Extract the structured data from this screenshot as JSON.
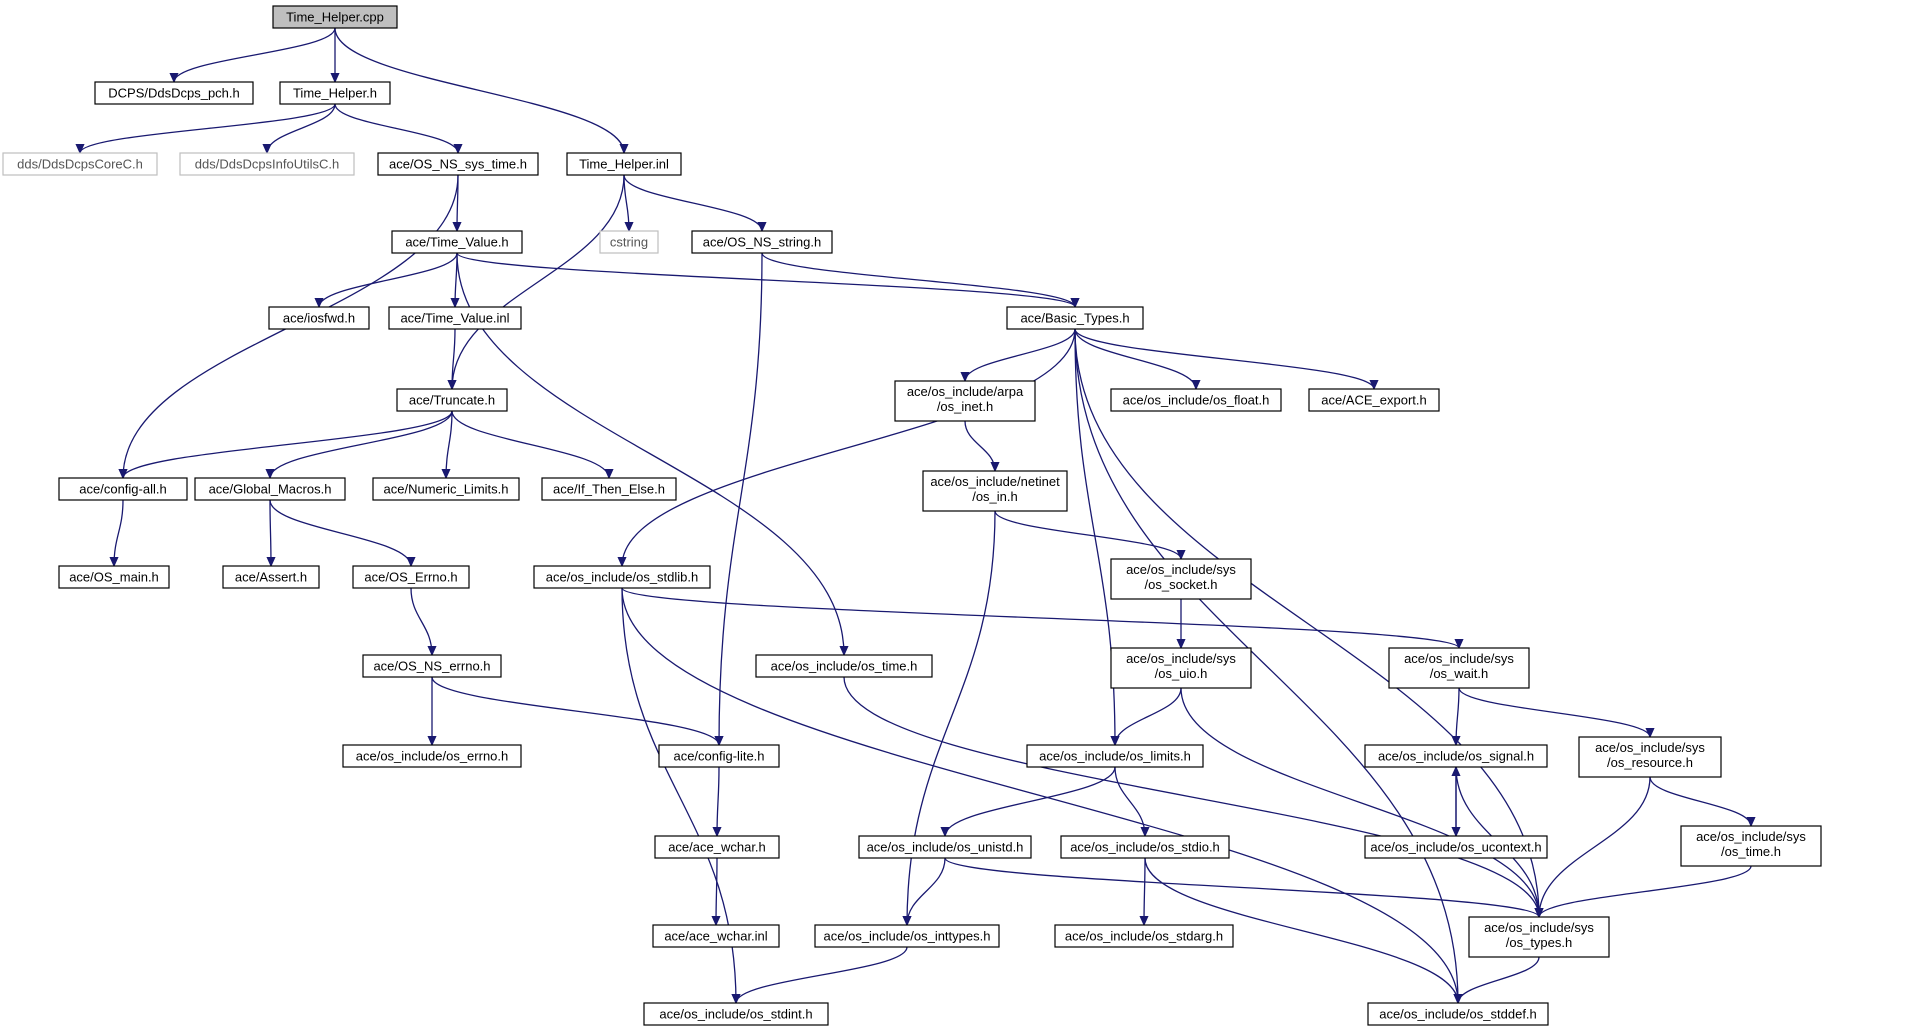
{
  "diagram": {
    "nodes": [
      {
        "id": "n0",
        "label": "Time_Helper.cpp",
        "style": "root"
      },
      {
        "id": "n1",
        "label": "DCPS/DdsDcps_pch.h"
      },
      {
        "id": "n2",
        "label": "Time_Helper.h"
      },
      {
        "id": "n3",
        "label": "dds/DdsDcpsCoreC.h",
        "style": "missing"
      },
      {
        "id": "n4",
        "label": "dds/DdsDcpsInfoUtilsC.h",
        "style": "missing"
      },
      {
        "id": "n5",
        "label": "ace/OS_NS_sys_time.h"
      },
      {
        "id": "n6",
        "label": "Time_Helper.inl"
      },
      {
        "id": "n7",
        "label": "cstring",
        "style": "missing"
      },
      {
        "id": "n8",
        "label": "ace/Time_Value.h"
      },
      {
        "id": "n9",
        "label": "ace/OS_NS_string.h"
      },
      {
        "id": "n10",
        "label": "ace/iosfwd.h"
      },
      {
        "id": "n11",
        "label": "ace/Time_Value.inl"
      },
      {
        "id": "n12",
        "label": "ace/Basic_Types.h"
      },
      {
        "id": "n13",
        "label": "ace/Truncate.h"
      },
      {
        "id": "n14",
        "label": "ace/os_include/arpa\n/os_inet.h"
      },
      {
        "id": "n15",
        "label": "ace/os_include/os_float.h"
      },
      {
        "id": "n16",
        "label": "ace/ACE_export.h"
      },
      {
        "id": "n17",
        "label": "ace/config-all.h"
      },
      {
        "id": "n18",
        "label": "ace/Global_Macros.h"
      },
      {
        "id": "n19",
        "label": "ace/Numeric_Limits.h"
      },
      {
        "id": "n20",
        "label": "ace/If_Then_Else.h"
      },
      {
        "id": "n21",
        "label": "ace/os_include/netinet\n/os_in.h"
      },
      {
        "id": "n22",
        "label": "ace/OS_main.h"
      },
      {
        "id": "n23",
        "label": "ace/Assert.h"
      },
      {
        "id": "n24",
        "label": "ace/OS_Errno.h"
      },
      {
        "id": "n25",
        "label": "ace/os_include/os_stdlib.h"
      },
      {
        "id": "n26",
        "label": "ace/os_include/sys\n/os_socket.h"
      },
      {
        "id": "n27",
        "label": "ace/OS_NS_errno.h"
      },
      {
        "id": "n28",
        "label": "ace/os_include/os_time.h"
      },
      {
        "id": "n29",
        "label": "ace/os_include/sys\n/os_uio.h"
      },
      {
        "id": "n30",
        "label": "ace/os_include/sys\n/os_wait.h"
      },
      {
        "id": "n31",
        "label": "ace/os_include/os_errno.h"
      },
      {
        "id": "n32",
        "label": "ace/config-lite.h"
      },
      {
        "id": "n33",
        "label": "ace/os_include/os_limits.h"
      },
      {
        "id": "n34",
        "label": "ace/os_include/os_signal.h"
      },
      {
        "id": "n35",
        "label": "ace/os_include/sys\n/os_resource.h"
      },
      {
        "id": "n36",
        "label": "ace/ace_wchar.h"
      },
      {
        "id": "n37",
        "label": "ace/os_include/os_unistd.h"
      },
      {
        "id": "n38",
        "label": "ace/os_include/os_stdio.h"
      },
      {
        "id": "n39",
        "label": "ace/os_include/os_ucontext.h"
      },
      {
        "id": "n40",
        "label": "ace/os_include/sys\n/os_time.h"
      },
      {
        "id": "n41",
        "label": "ace/ace_wchar.inl"
      },
      {
        "id": "n42",
        "label": "ace/os_include/os_inttypes.h"
      },
      {
        "id": "n43",
        "label": "ace/os_include/os_stdarg.h"
      },
      {
        "id": "n44",
        "label": "ace/os_include/sys\n/os_types.h"
      },
      {
        "id": "n45",
        "label": "ace/os_include/os_stdint.h"
      },
      {
        "id": "n46",
        "label": "ace/os_include/os_stddef.h"
      }
    ],
    "edges": [
      [
        "n0",
        "n1"
      ],
      [
        "n0",
        "n2"
      ],
      [
        "n0",
        "n6"
      ],
      [
        "n2",
        "n3"
      ],
      [
        "n2",
        "n4"
      ],
      [
        "n2",
        "n5"
      ],
      [
        "n5",
        "n8"
      ],
      [
        "n5",
        "n17"
      ],
      [
        "n6",
        "n7"
      ],
      [
        "n6",
        "n9"
      ],
      [
        "n6",
        "n13"
      ],
      [
        "n8",
        "n10"
      ],
      [
        "n8",
        "n11"
      ],
      [
        "n8",
        "n12"
      ],
      [
        "n8",
        "n28"
      ],
      [
        "n9",
        "n12"
      ],
      [
        "n9",
        "n32"
      ],
      [
        "n11",
        "n13"
      ],
      [
        "n12",
        "n14"
      ],
      [
        "n12",
        "n15"
      ],
      [
        "n12",
        "n16"
      ],
      [
        "n12",
        "n25"
      ],
      [
        "n12",
        "n33"
      ],
      [
        "n12",
        "n44"
      ],
      [
        "n12",
        "n46"
      ],
      [
        "n13",
        "n17"
      ],
      [
        "n13",
        "n18"
      ],
      [
        "n13",
        "n19"
      ],
      [
        "n13",
        "n20"
      ],
      [
        "n14",
        "n21"
      ],
      [
        "n17",
        "n22"
      ],
      [
        "n18",
        "n23"
      ],
      [
        "n18",
        "n24"
      ],
      [
        "n21",
        "n26"
      ],
      [
        "n21",
        "n42"
      ],
      [
        "n24",
        "n27"
      ],
      [
        "n25",
        "n30"
      ],
      [
        "n25",
        "n45"
      ],
      [
        "n25",
        "n46"
      ],
      [
        "n26",
        "n29"
      ],
      [
        "n27",
        "n31"
      ],
      [
        "n27",
        "n32"
      ],
      [
        "n28",
        "n44"
      ],
      [
        "n29",
        "n33"
      ],
      [
        "n29",
        "n44"
      ],
      [
        "n30",
        "n34"
      ],
      [
        "n30",
        "n35"
      ],
      [
        "n32",
        "n36"
      ],
      [
        "n33",
        "n37"
      ],
      [
        "n33",
        "n38"
      ],
      [
        "n34",
        "n39"
      ],
      [
        "n34",
        "n44"
      ],
      [
        "n35",
        "n40"
      ],
      [
        "n35",
        "n44"
      ],
      [
        "n36",
        "n41"
      ],
      [
        "n37",
        "n42"
      ],
      [
        "n37",
        "n44"
      ],
      [
        "n38",
        "n43"
      ],
      [
        "n38",
        "n46"
      ],
      [
        "n39",
        "n34"
      ],
      [
        "n40",
        "n44"
      ],
      [
        "n42",
        "n45"
      ],
      [
        "n44",
        "n46"
      ]
    ]
  }
}
